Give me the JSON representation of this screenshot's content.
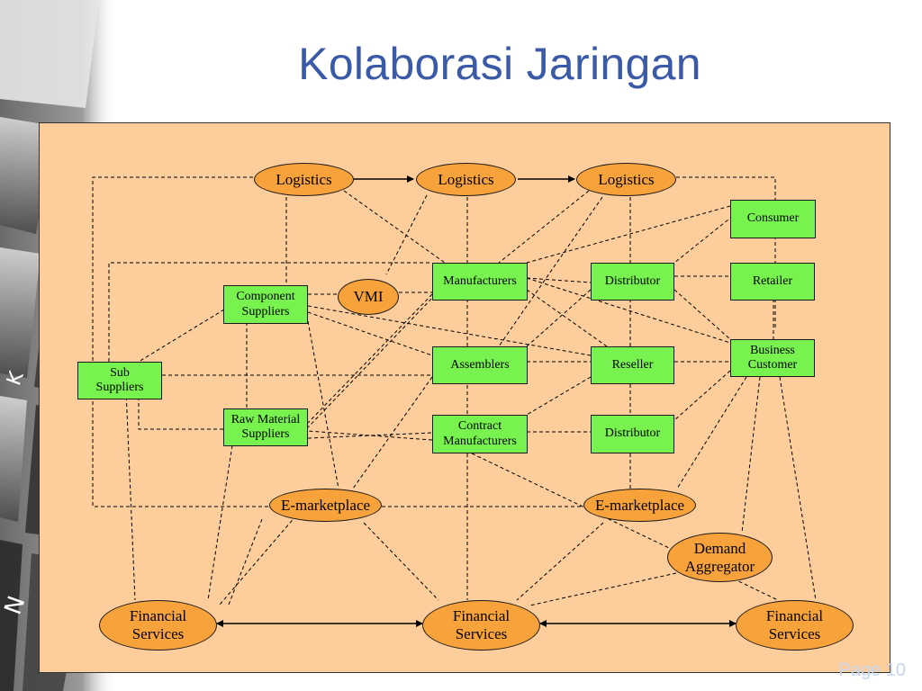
{
  "slide": {
    "title": "Kolaborasi Jaringan",
    "page_number": "Page 10"
  },
  "nodes": {
    "logistics_1": "Logistics",
    "logistics_2": "Logistics",
    "logistics_3": "Logistics",
    "consumer": "Consumer",
    "manufacturers": "Manufacturers",
    "distributor_1": "Distributor",
    "retailer": "Retailer",
    "component_suppliers": "Component\nSuppliers",
    "vmi": "VMI",
    "business_customer": "Business\nCustomer",
    "sub_suppliers": "Sub\nSuppliers",
    "assemblers": "Assemblers",
    "reseller": "Reseller",
    "raw_material_suppliers": "Raw Material\nSuppliers",
    "contract_manufacturers": "Contract\nManufacturers",
    "distributor_2": "Distributor",
    "emarketplace_1": "E-marketplace",
    "emarketplace_2": "E-marketplace",
    "demand_aggregator": "Demand\nAggregator",
    "financial_services_1": "Financial\nServices",
    "financial_services_2": "Financial\nServices",
    "financial_services_3": "Financial\nServices"
  },
  "colors": {
    "panel_background": "#FDCD9C",
    "rect_node": "#77F24F",
    "oval_node": "#F7A23A",
    "title": "#3A5AA8"
  },
  "icons": {
    "background_image": "keyboard-keys-image"
  }
}
